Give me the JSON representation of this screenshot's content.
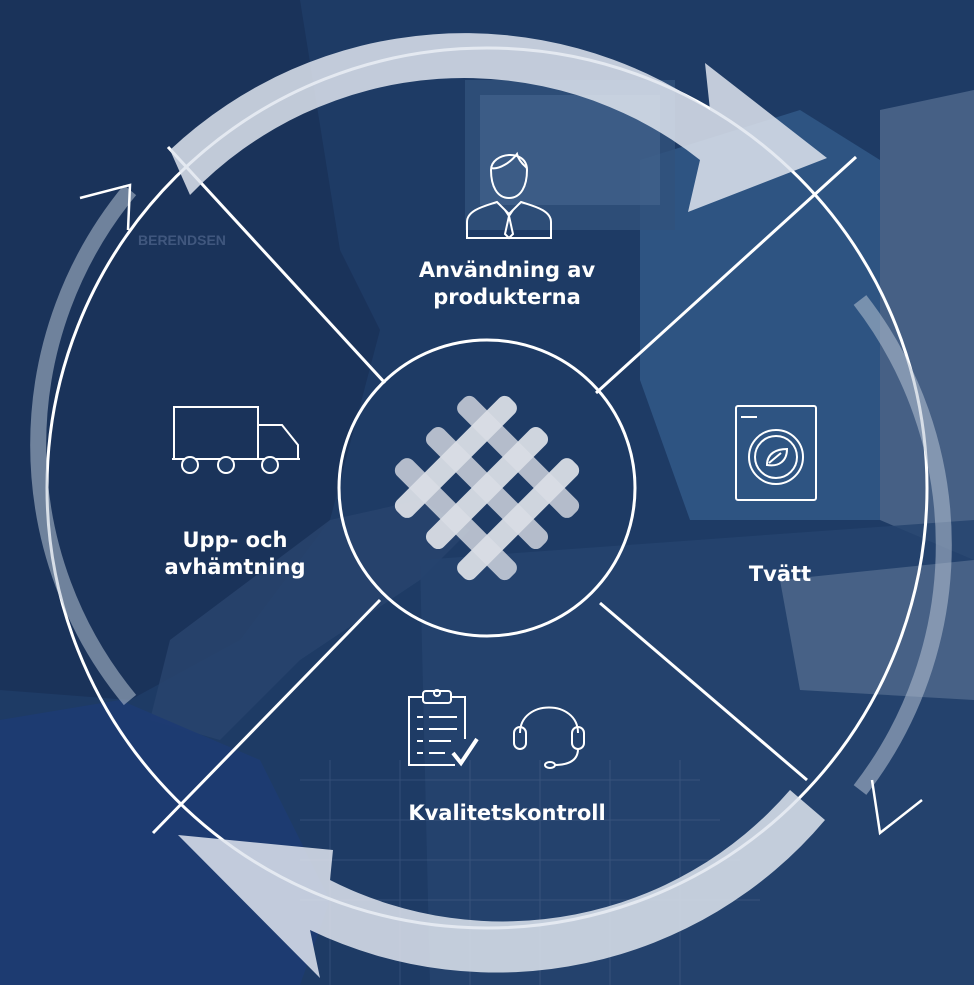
{
  "colors": {
    "overlay": "#1d3a63",
    "line": "#ffffff",
    "arrow": "#dfe5ee",
    "arrow_thin": "#b7c3d4"
  },
  "background": {
    "description_icon": "photo-laundry-workers"
  },
  "stages": {
    "top": {
      "line1": "Användning av",
      "line2": "produkterna",
      "icon": "person-with-tie-icon"
    },
    "right": {
      "line1": "Tvätt",
      "icon": "washing-machine-icon"
    },
    "bottom": {
      "line1": "Kvalitetskontroll",
      "icons": [
        "clipboard-check-icon",
        "headset-icon"
      ]
    },
    "left": {
      "line1": "Upp- och",
      "line2": "avhämtning",
      "icon": "truck-icon"
    }
  },
  "center": {
    "icon": "woven-fabric-logo-icon"
  },
  "photo_text": "BERENDSEN"
}
